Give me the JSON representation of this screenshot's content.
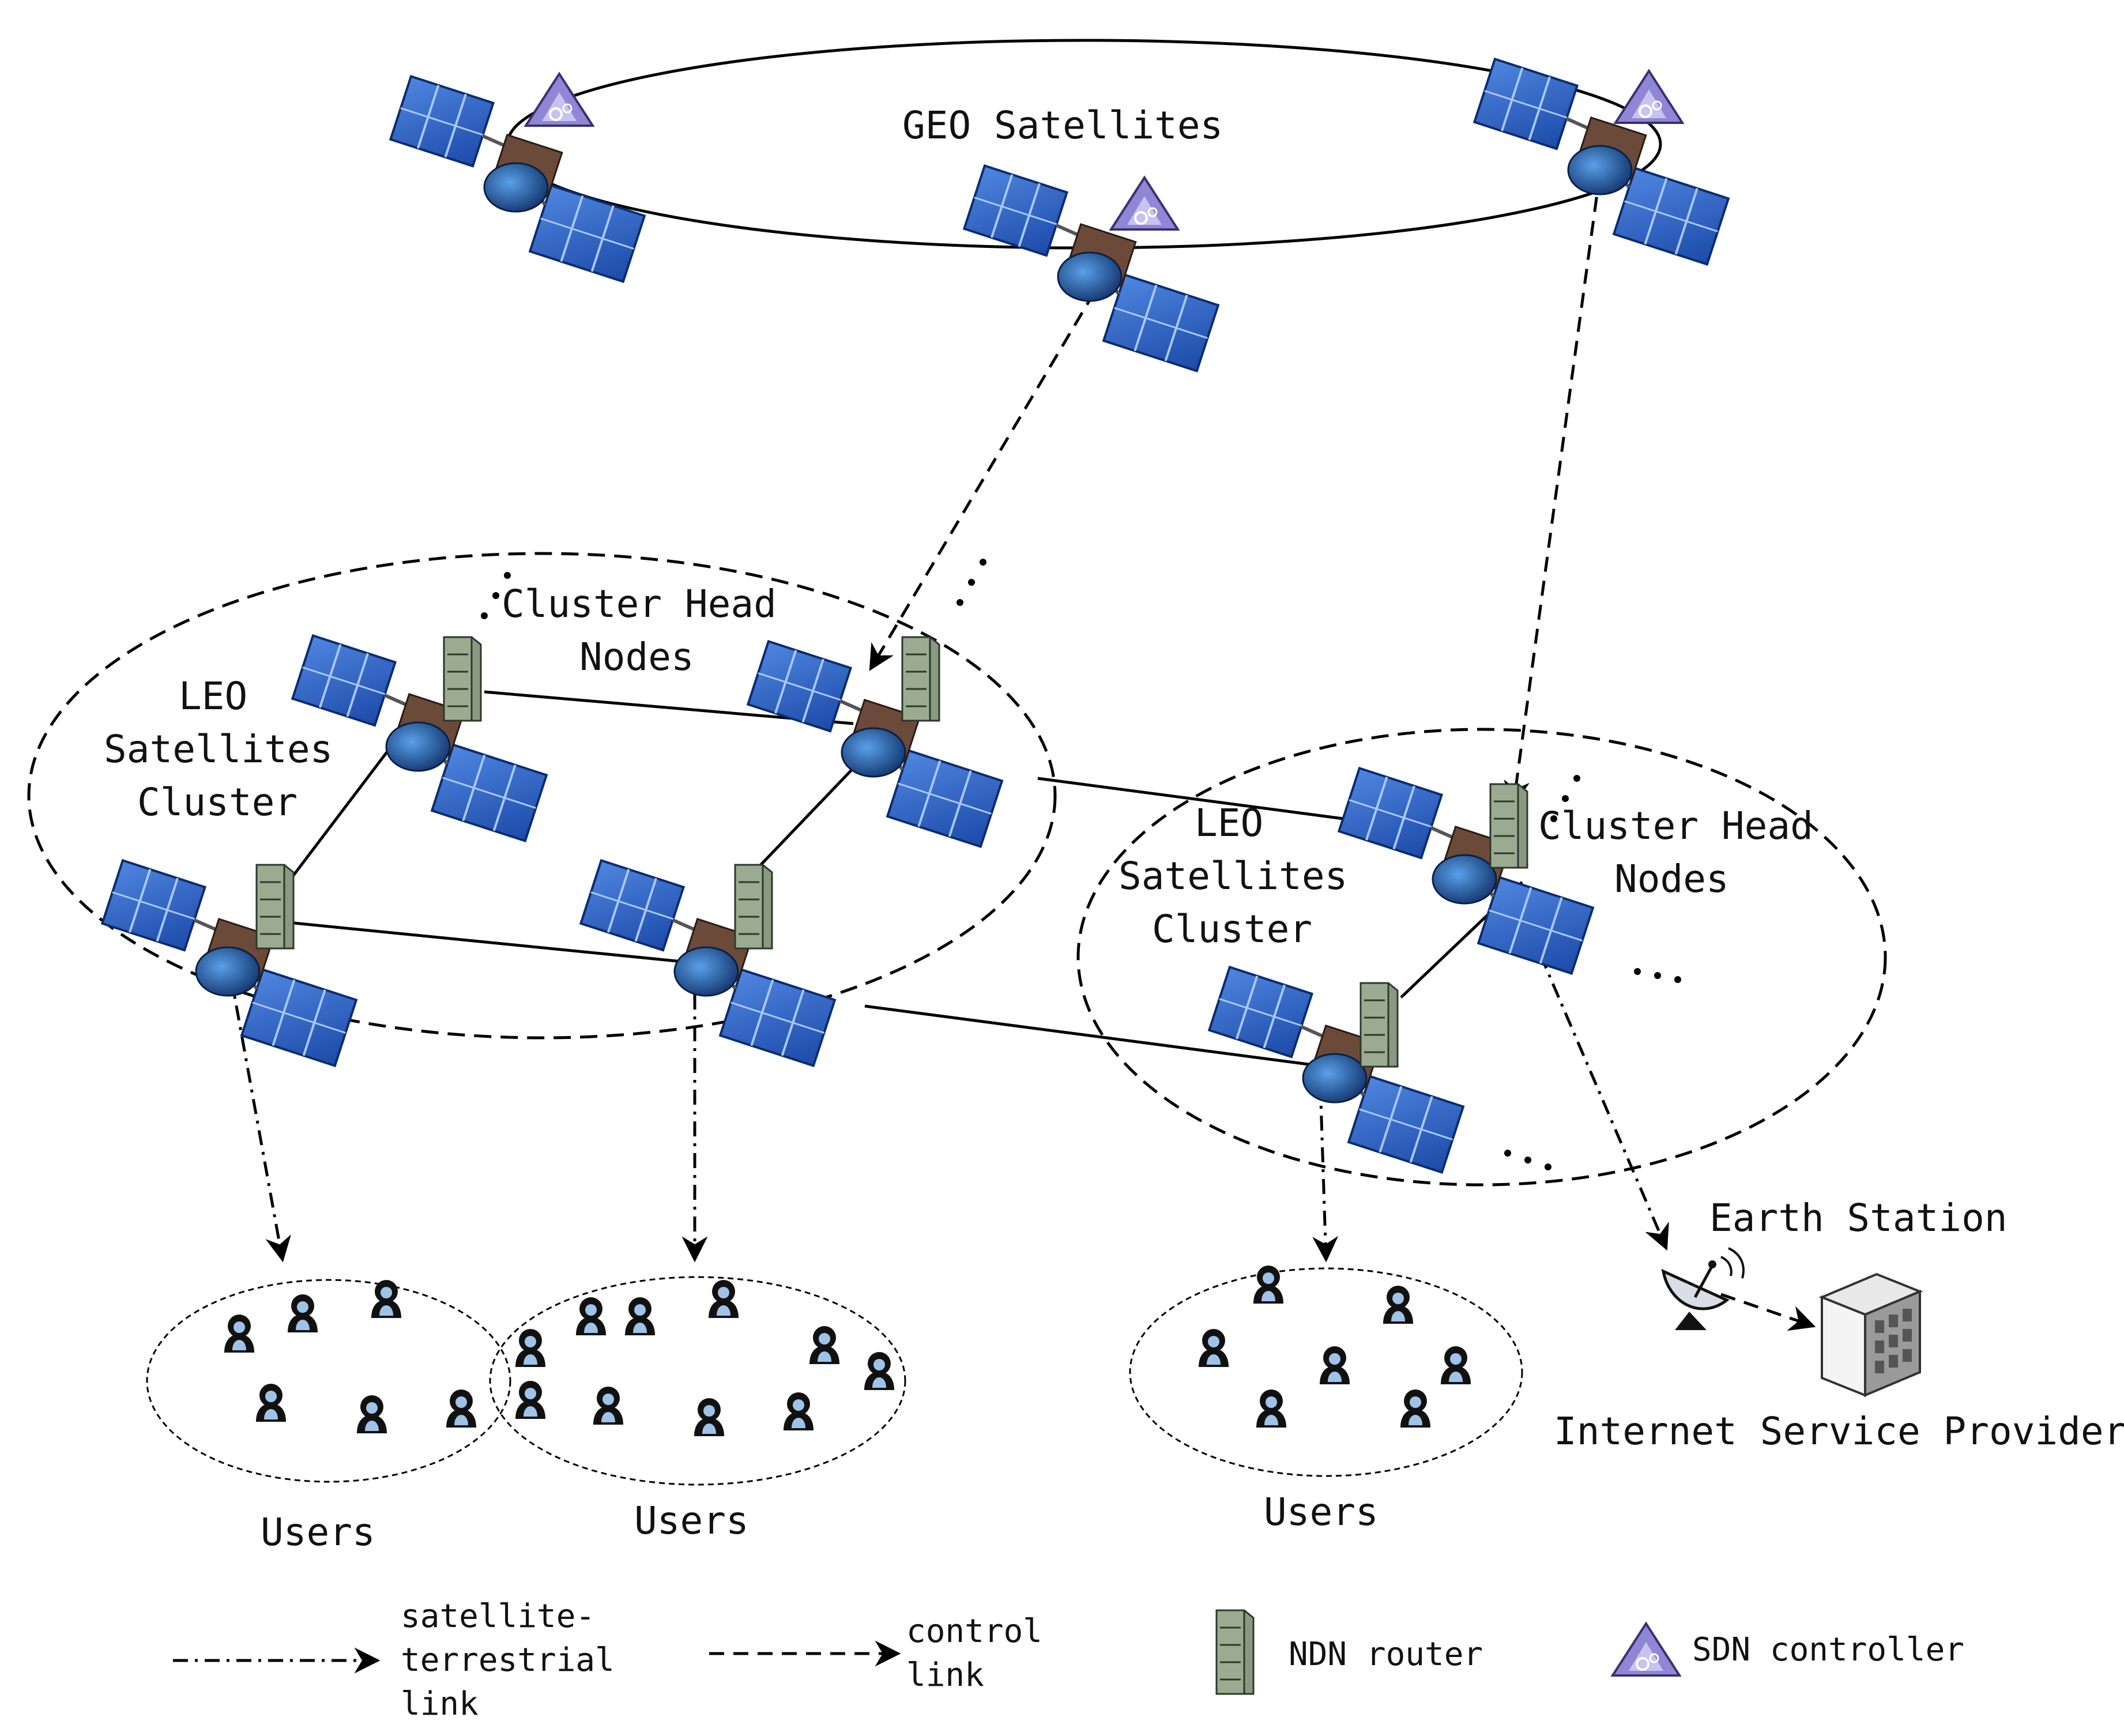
{
  "labels": {
    "geo": "GEO Satellites",
    "cluster_head_a_line1": "Cluster Head",
    "cluster_head_a_line2": "Nodes",
    "leo_a_line1": "LEO",
    "leo_a_line2": "Satellites",
    "leo_a_line3": "Cluster",
    "leo_b_line1": "LEO",
    "leo_b_line2": "Satellites",
    "leo_b_line3": "Cluster",
    "cluster_head_b_line1": "Cluster Head",
    "cluster_head_b_line2": "Nodes",
    "earth_station": "Earth Station",
    "isp": "Internet Service Provider",
    "users_1": "Users",
    "users_2": "Users",
    "users_3": "Users"
  },
  "legend": {
    "sat_terrestrial_line1": "satellite-",
    "sat_terrestrial_line2": "terrestrial",
    "sat_terrestrial_line3": "link",
    "control_line1": "control",
    "control_line2": "link",
    "ndn": "NDN router",
    "sdn": "SDN controller"
  },
  "icons": {
    "satellite": "satellite-icon",
    "ndn_router": "ndn-router-icon",
    "sdn_controller": "sdn-controller-icon",
    "user": "user-icon",
    "dish": "satellite-dish-icon",
    "building": "isp-building-icon"
  },
  "colors": {
    "panel": "#2a63c4",
    "panel_dark": "#123a86",
    "router": "#8a9a82",
    "sdn": "#8f86d6",
    "user_head": "#9fc3e8"
  }
}
